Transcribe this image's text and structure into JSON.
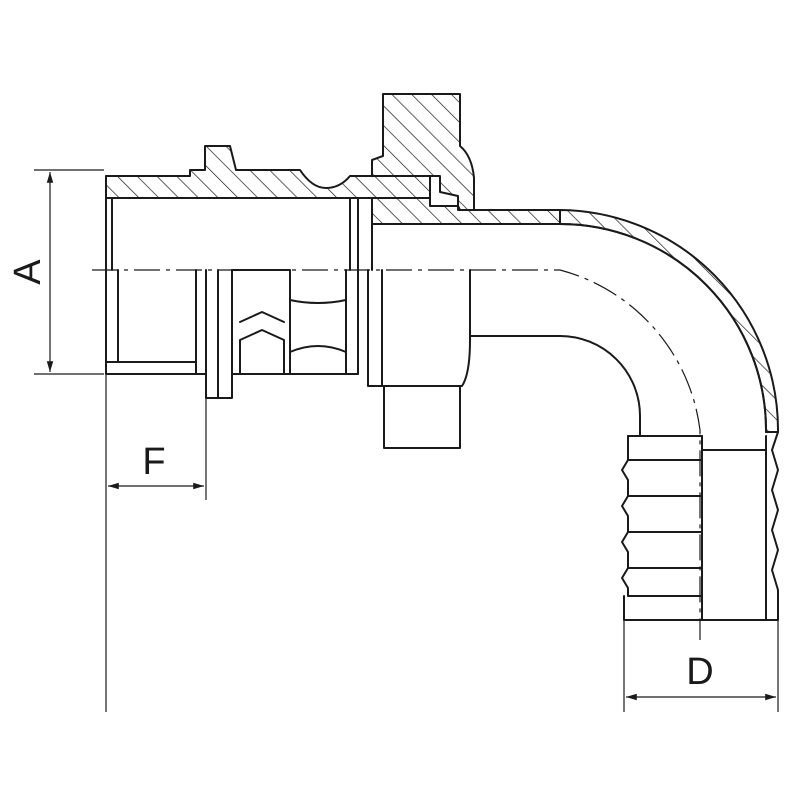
{
  "drawing": {
    "dimensions": [
      {
        "id": "A",
        "label": "A"
      },
      {
        "id": "F",
        "label": "F"
      },
      {
        "id": "D",
        "label": "D"
      }
    ]
  }
}
